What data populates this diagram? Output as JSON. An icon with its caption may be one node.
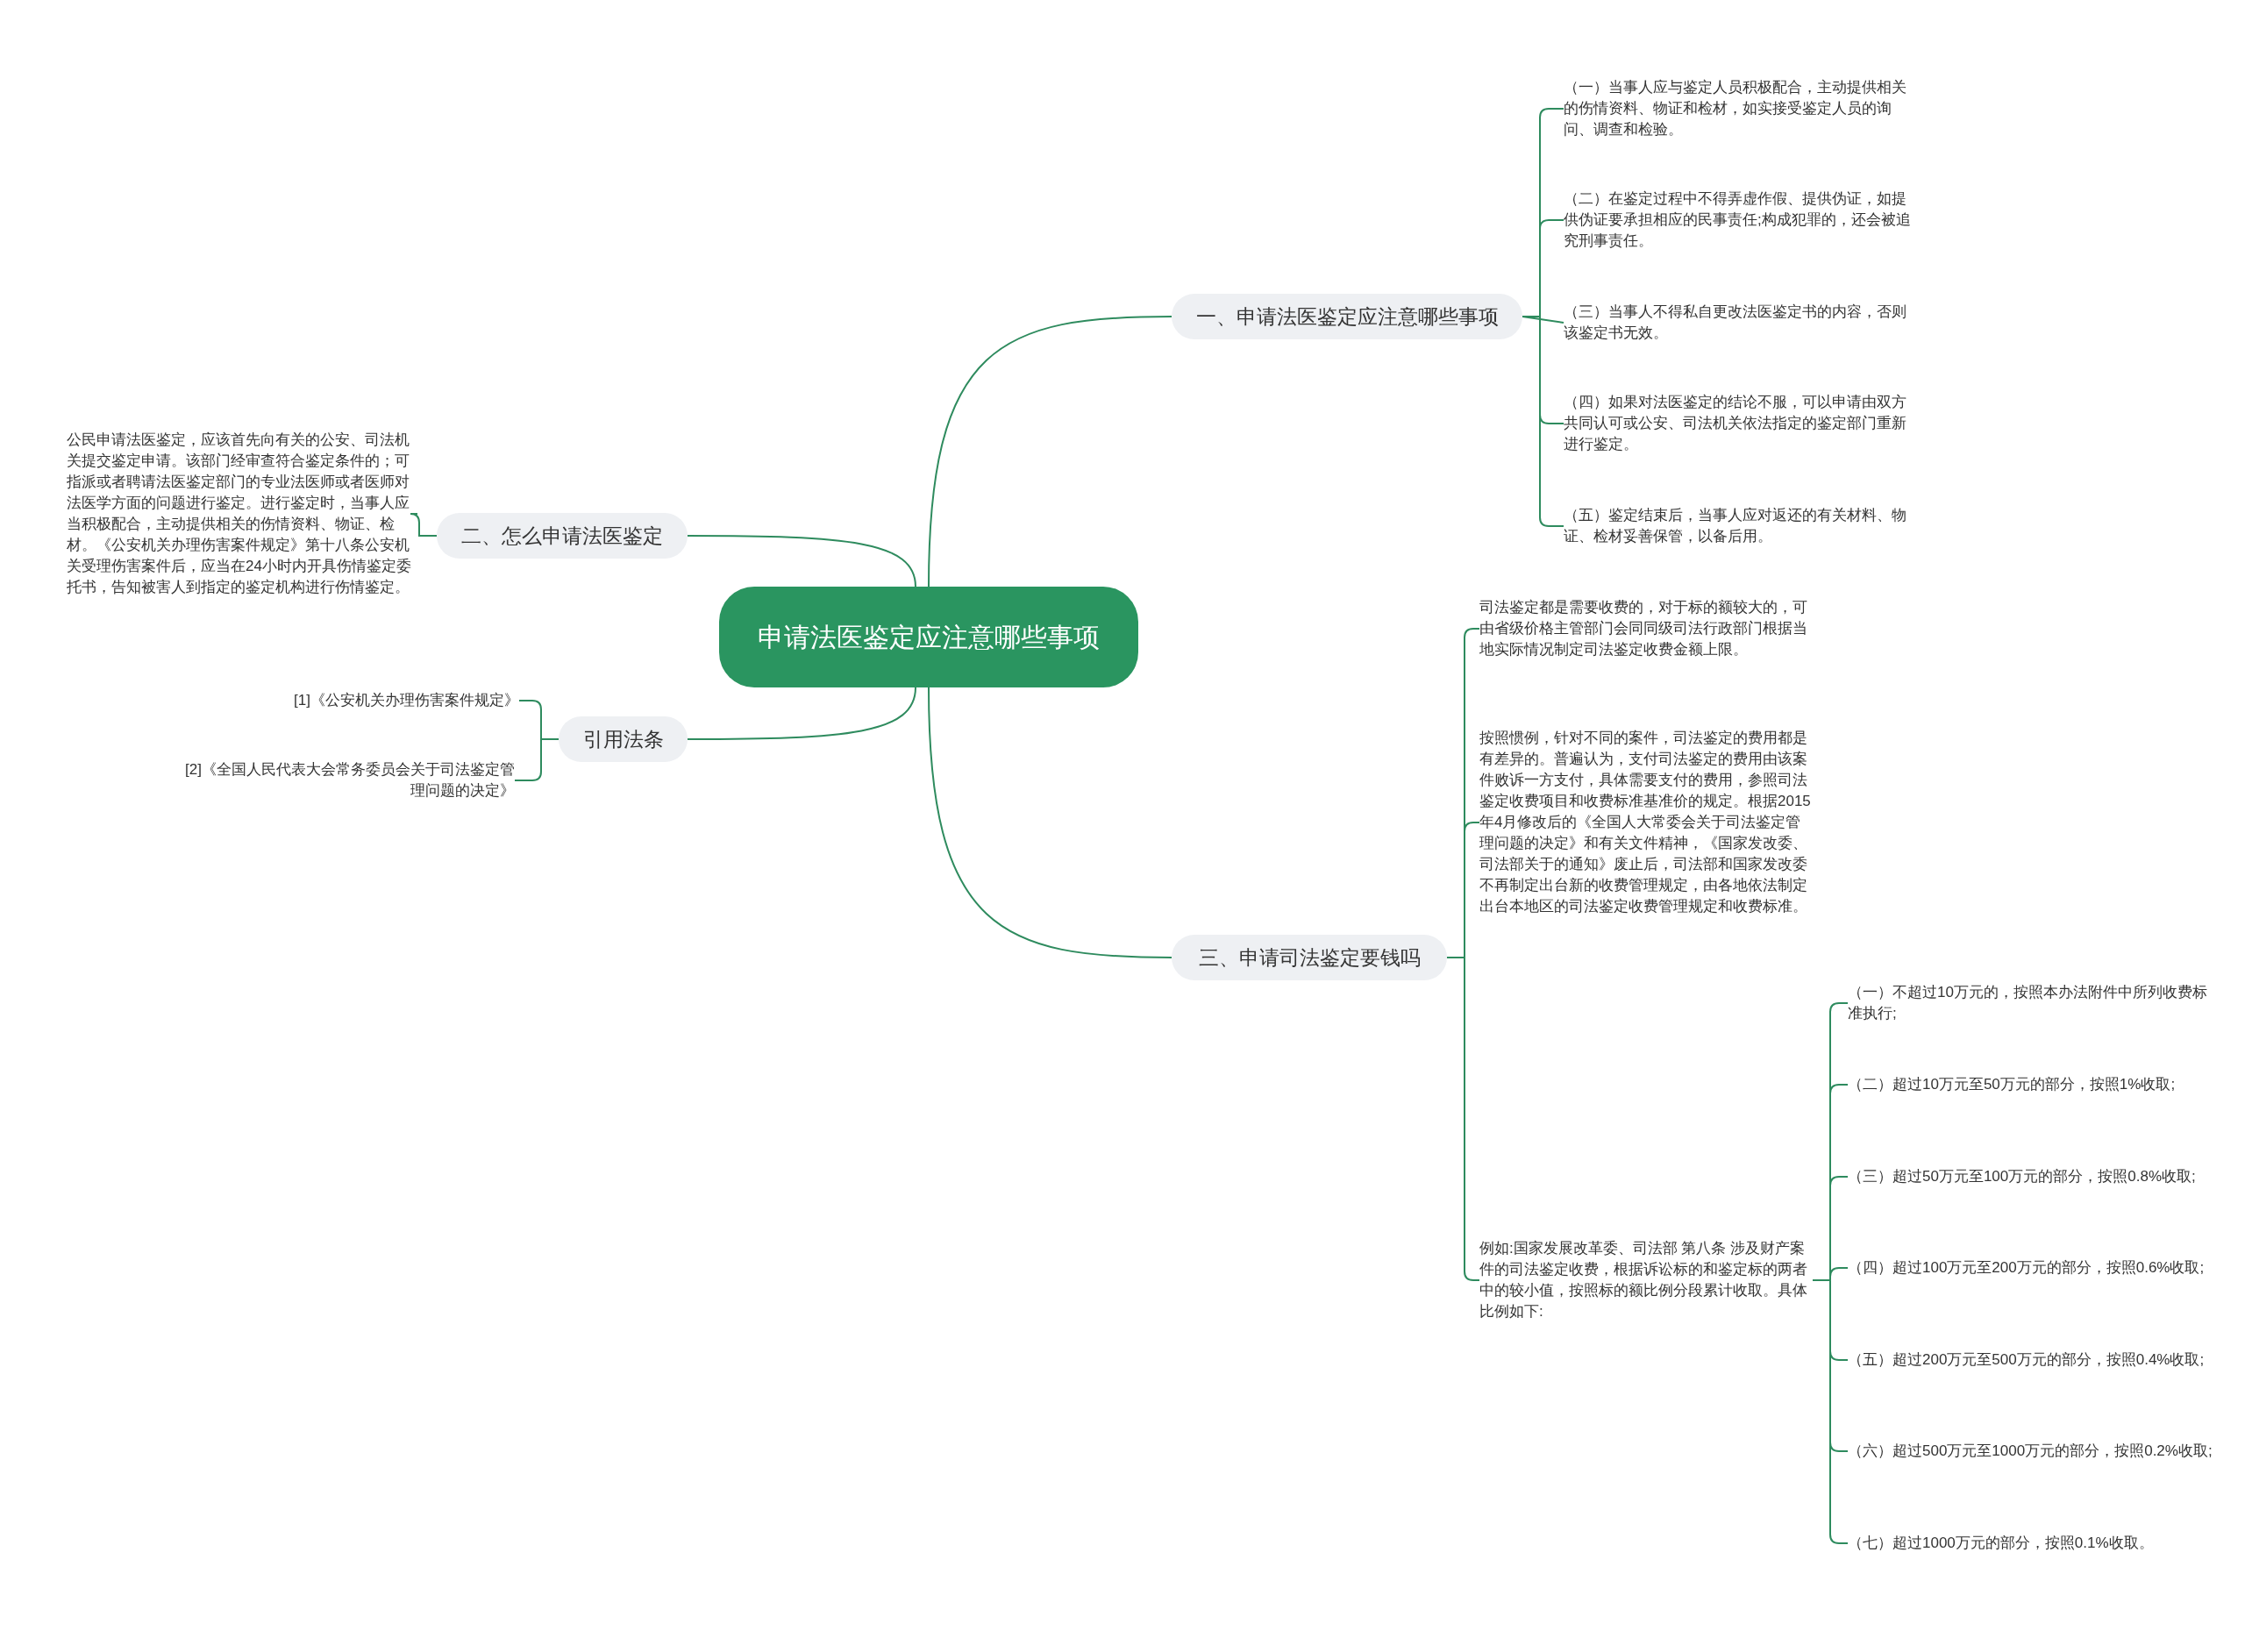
{
  "diagram": {
    "nodes": [
      {
        "text": [
          "申请法医鉴定应注意哪些事项"
        ]
      },
      {
        "text": [
          "一、申请法医鉴定应注意哪些事项"
        ]
      },
      {
        "text": [
          "（一）当事人应与鉴定人员积极配合，主动提供相关的伤情资料、物证和检材，如实接受鉴定人员的询问、调查和检验。"
        ]
      },
      {
        "text": [
          "（二）在鉴定过程中不得弄虚作假、提供伪证，如提供伪证要承担相应的民事责任;构成犯罪的，还会被追究刑事责任。"
        ]
      },
      {
        "text": [
          "（三）当事人不得私自更改法医鉴定书的内容，否则该鉴定书无效。"
        ]
      },
      {
        "text": [
          "（四）如果对法医鉴定的结论不服，可以申请由双方共同认可或公安、司法机关依法指定的鉴定部门重新进行鉴定。"
        ]
      },
      {
        "text": [
          "（五）鉴定结束后，当事人应对返还的有关材料、物证、检材妥善保管，以备后用。"
        ]
      },
      {
        "text": [
          "二、怎么申请法医鉴定"
        ]
      },
      {
        "text": [
          "公民申请法医鉴定，应该首先向有关的公安、司法机关提交鉴定申请。该部门经审查符合鉴定条件的；可指派或者聘请法医鉴定部门的专业法医师或者医师对法医学方面的问题进行鉴定。进行鉴定时，当事人应当积极配合，主动提供相关的伤情资料、物证、检材。《公安机关办理伤害案件规定》第十八条公安机关受理伤害案件后，应当在24小时内开具伤情鉴定委托书，告知被害人到指定的鉴定机构进行伤情鉴定。"
        ]
      },
      {
        "text": [
          "引用法条"
        ]
      },
      {
        "text": [
          "[1]《公安机关办理伤害案件规定》"
        ]
      },
      {
        "text": [
          "[2]《全国人民代表大会常务委员会关于司法鉴定管理问题的决定》"
        ]
      },
      {
        "text": [
          "三、申请司法鉴定要钱吗"
        ]
      },
      {
        "text": [
          "司法鉴定都是需要收费的，对于标的额较大的，可由省级价格主管部门会同同级司法行政部门根据当地实际情况制定司法鉴定收费金额上限。"
        ]
      },
      {
        "text": [
          "按照惯例，针对不同的案件，司法鉴定的费用都是有差异的。普遍认为，支付司法鉴定的费用由该案件败诉一方支付，具体需要支付的费用，参照司法鉴定收费项目和收费标准基准价的规定。根据2015年4月修改后的《全国人大常委会关于司法鉴定管理问题的决定》和有关文件精神，《国家发改委、司法部关于的通知》废止后，司法部和国家发改委不再制定出台新的收费管理规定，由各地依法制定出台本地区的司法鉴定收费管理规定和收费标准。"
        ]
      },
      {
        "text": [
          "例如:国家发展改革委、司法部 第八条 涉及财产案件的司法鉴定收费，根据诉讼标的和鉴定标的两者中的较小值，按照标的额比例分段累计收取。具体比例如下:"
        ]
      },
      {
        "text": [
          "（一）不超过10万元的，按照本办法附件中所列收费标准执行;"
        ]
      },
      {
        "text": [
          "（二）超过10万元至50万元的部分，按照1%收取;"
        ]
      },
      {
        "text": [
          "（三）超过50万元至100万元的部分，按照0.8%收取;"
        ]
      },
      {
        "text": [
          "（四）超过100万元至200万元的部分，按照0.6%收取;"
        ]
      },
      {
        "text": [
          "（五）超过200万元至500万元的部分，按照0.4%收取;"
        ]
      },
      {
        "text": [
          "（六）超过500万元至1000万元的部分，按照0.2%收取;"
        ]
      },
      {
        "text": [
          "（七）超过1000万元的部分，按照0.1%收取。"
        ]
      }
    ],
    "edges": [
      {
        "from": 0,
        "to": 1,
        "arrow": "none"
      },
      {
        "from": 1,
        "to": 2,
        "arrow": "none"
      },
      {
        "from": 1,
        "to": 3,
        "arrow": "none"
      },
      {
        "from": 1,
        "to": 4,
        "arrow": "none"
      },
      {
        "from": 1,
        "to": 5,
        "arrow": "none"
      },
      {
        "from": 1,
        "to": 6,
        "arrow": "none"
      },
      {
        "from": 0,
        "to": 7,
        "arrow": "none"
      },
      {
        "from": 7,
        "to": 8,
        "arrow": "none"
      },
      {
        "from": 0,
        "to": 9,
        "arrow": "none"
      },
      {
        "from": 9,
        "to": 10,
        "arrow": "none"
      },
      {
        "from": 9,
        "to": 11,
        "arrow": "none"
      },
      {
        "from": 0,
        "to": 12,
        "arrow": "none"
      },
      {
        "from": 12,
        "to": 13,
        "arrow": "none"
      },
      {
        "from": 12,
        "to": 14,
        "arrow": "none"
      },
      {
        "from": 12,
        "to": 15,
        "arrow": "none"
      },
      {
        "from": 15,
        "to": 16,
        "arrow": "none"
      },
      {
        "from": 15,
        "to": 17,
        "arrow": "none"
      },
      {
        "from": 15,
        "to": 18,
        "arrow": "none"
      },
      {
        "from": 15,
        "to": 19,
        "arrow": "none"
      },
      {
        "from": 15,
        "to": 20,
        "arrow": "none"
      },
      {
        "from": 15,
        "to": 21,
        "arrow": "none"
      },
      {
        "from": 15,
        "to": 22,
        "arrow": "none"
      }
    ]
  }
}
